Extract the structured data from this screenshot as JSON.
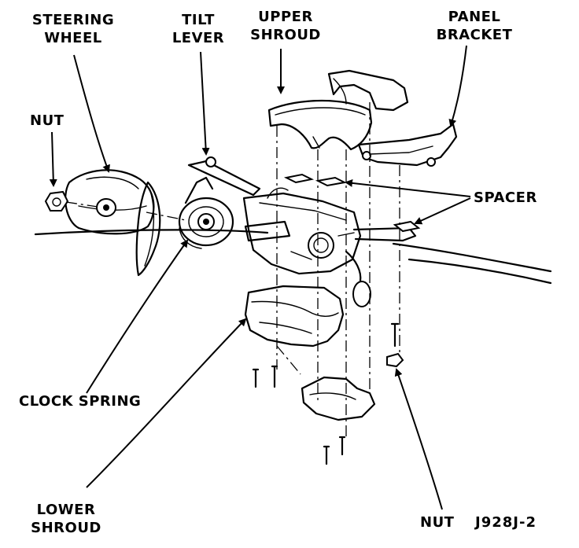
{
  "labels": {
    "steering_wheel": [
      "STEERING",
      "WHEEL"
    ],
    "tilt_lever": [
      "TILT",
      "LEVER"
    ],
    "upper_shroud": [
      "UPPER",
      "SHROUD"
    ],
    "panel_bracket": [
      "PANEL",
      "BRACKET"
    ],
    "nut_top": "NUT",
    "spacer": "SPACER",
    "clock_spring": "CLOCK SPRING",
    "lower_shroud": [
      "LOWER",
      "SHROUD"
    ],
    "nut_bottom": "NUT"
  },
  "figure_id": "J928J-2"
}
